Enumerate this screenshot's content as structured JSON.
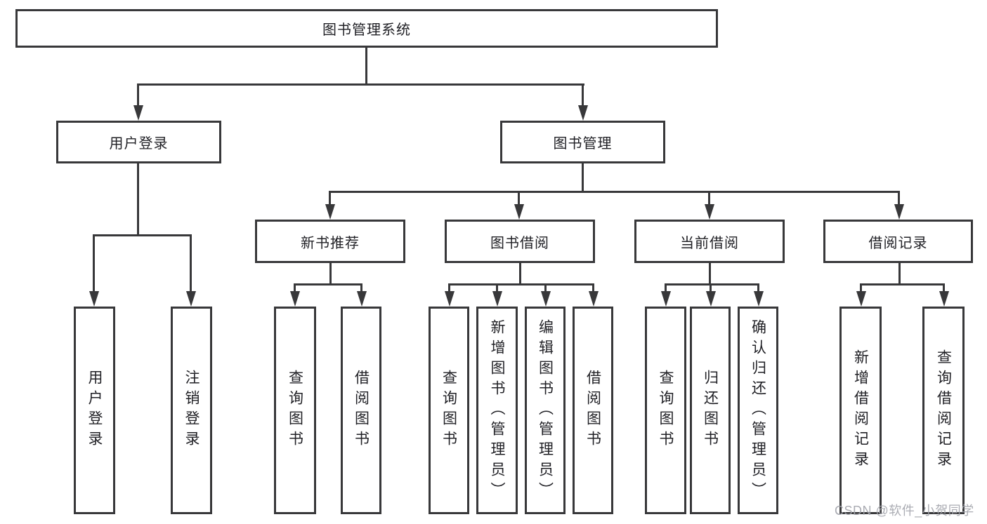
{
  "diagram": {
    "title": "图书管理系统",
    "nodes": {
      "root": "图书管理系统",
      "user_login": "用户登录",
      "book_mgmt": "图书管理",
      "new_book_rec": "新书推荐",
      "book_borrow": "图书借阅",
      "current_borrow": "当前借阅",
      "borrow_records": "借阅记录",
      "leaf_user_login": "用户登录",
      "leaf_logout": "注销登录",
      "leaf_nb_query": "查询图书",
      "leaf_nb_borrow": "借阅图书",
      "leaf_bb_query": "查询图书",
      "leaf_bb_add": "新增图书（管理员）",
      "leaf_bb_edit": "编辑图书（管理员）",
      "leaf_bb_borrow": "借阅图书",
      "leaf_cb_query": "查询图书",
      "leaf_cb_return": "归还图书",
      "leaf_cb_confirm": "确认归还（管理员）",
      "leaf_br_add": "新增借阅记录",
      "leaf_br_query": "查询借阅记录"
    },
    "colors": {
      "line": "#38383a",
      "text": "#212126",
      "background": "#ffffff",
      "watermark": "#a4a6ad"
    }
  },
  "watermark": "CSDN @软件_小贺同学"
}
